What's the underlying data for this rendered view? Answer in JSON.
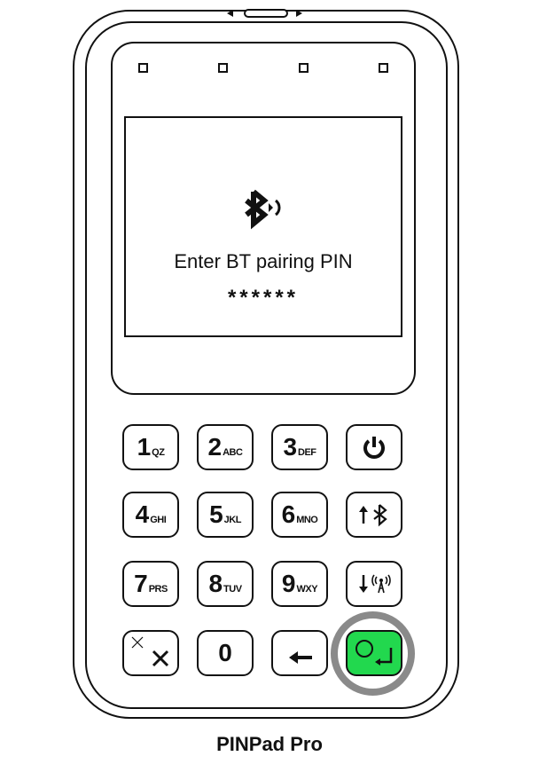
{
  "screen": {
    "prompt": "Enter BT pairing PIN",
    "pin_mask": "******"
  },
  "keypad": {
    "rows": [
      [
        {
          "num": "1",
          "sub": "QZ"
        },
        {
          "num": "2",
          "sub": "ABC"
        },
        {
          "num": "3",
          "sub": "DEF"
        },
        {
          "icon": "power-icon"
        }
      ],
      [
        {
          "num": "4",
          "sub": "GHI"
        },
        {
          "num": "5",
          "sub": "JKL"
        },
        {
          "num": "6",
          "sub": "MNO"
        },
        {
          "icon": "up-arrow-bluetooth-icon"
        }
      ],
      [
        {
          "num": "7",
          "sub": "PRS"
        },
        {
          "num": "8",
          "sub": "TUV"
        },
        {
          "num": "9",
          "sub": "WXY"
        },
        {
          "icon": "down-arrow-wireless-icon"
        }
      ],
      [
        {
          "icon": "cancel-x-icon"
        },
        {
          "num": "0"
        },
        {
          "icon": "backspace-arrow-icon"
        },
        {
          "icon": "enter-icon"
        }
      ]
    ]
  },
  "highlight": {
    "enter_key_color": "#22d84e",
    "ring_color": "#8a8a8a"
  },
  "caption": "PINPad Pro"
}
